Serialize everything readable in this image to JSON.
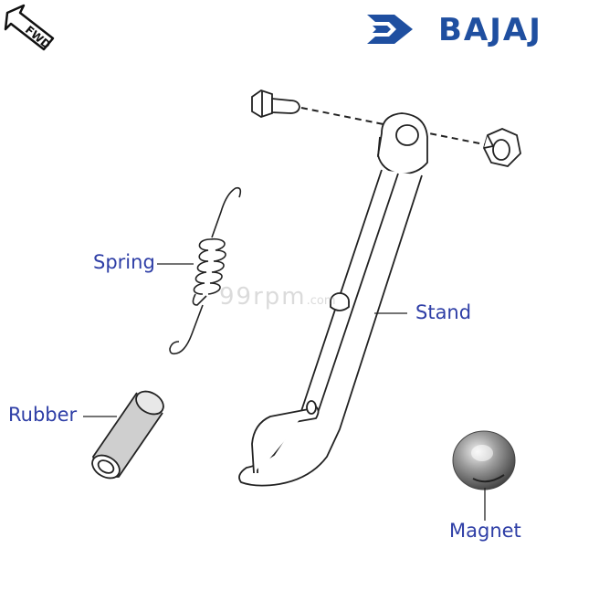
{
  "brand": {
    "name": "BAJAJ",
    "color": "#1f4fa0"
  },
  "direction_badge": {
    "text": "FWD",
    "icon": "forward-arrow-icon"
  },
  "watermark": {
    "main": "99rpm",
    "suffix": ".com"
  },
  "parts": {
    "spring": "Spring",
    "stand": "Stand",
    "rubber": "Rubber",
    "magnet": "Magnet"
  },
  "colors": {
    "label": "#2e3ea6",
    "line_art": "#222222"
  }
}
